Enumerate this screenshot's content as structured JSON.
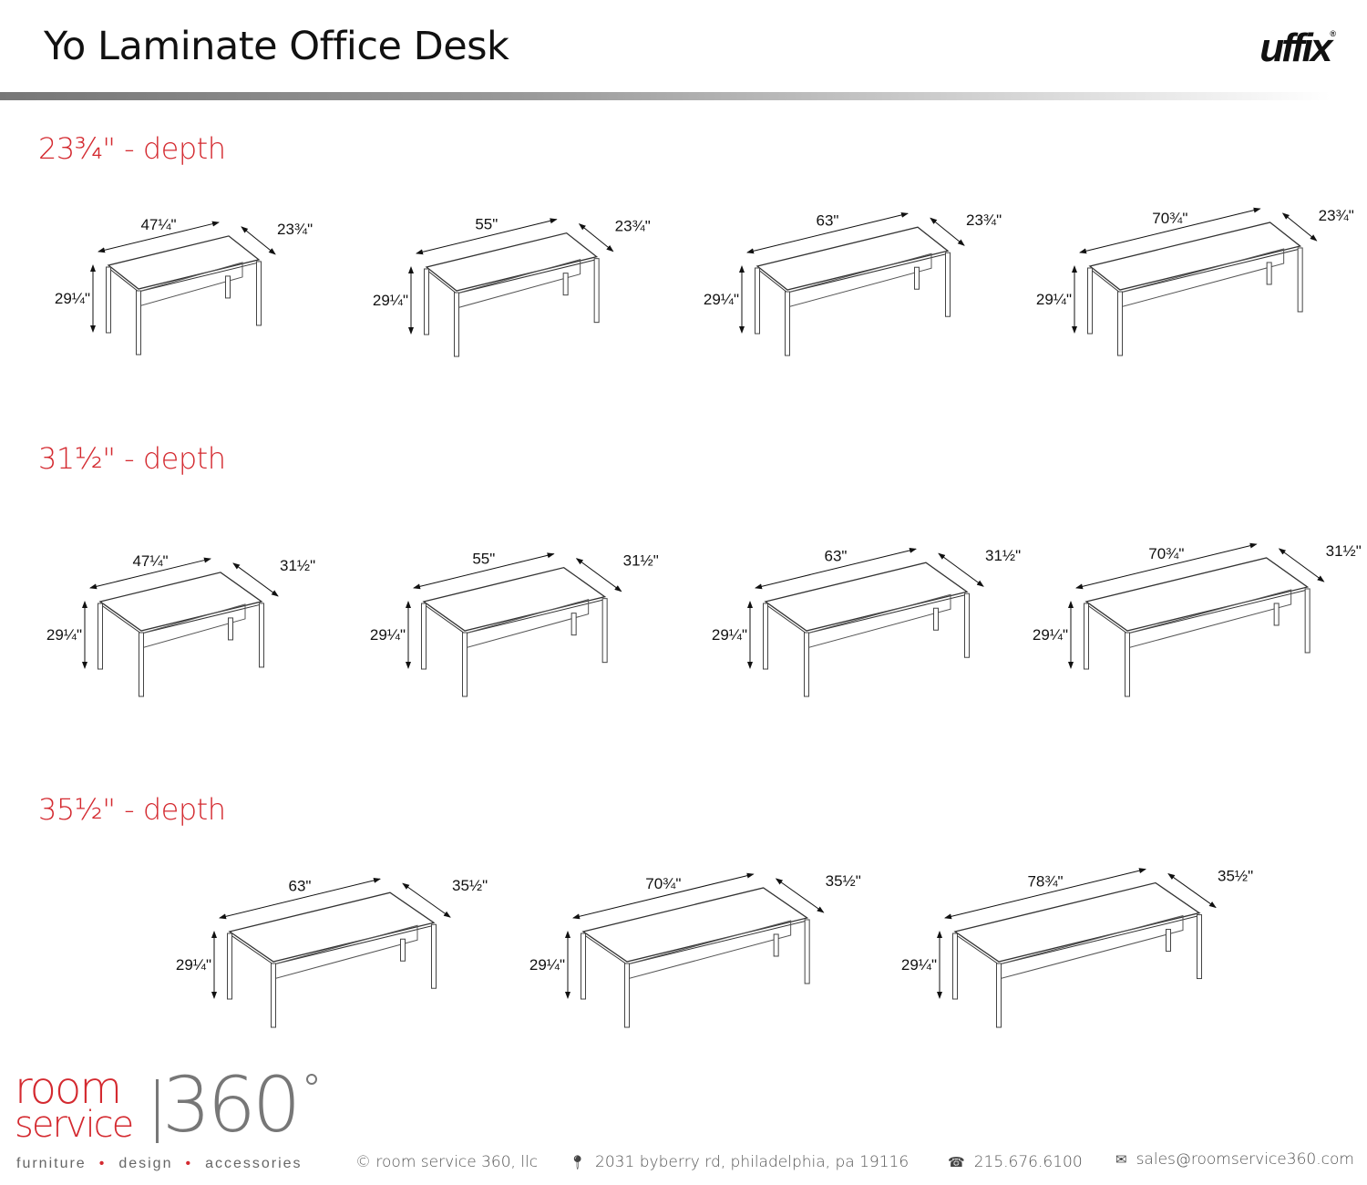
{
  "header": {
    "title": "Yo Laminate Office Desk",
    "brand": "uffix",
    "brand_mark": "®"
  },
  "sections": [
    {
      "heading": "23¾\" - depth",
      "desks": [
        {
          "width": "47¼\"",
          "depth": "23¾\"",
          "height": "29¼\""
        },
        {
          "width": "55\"",
          "depth": "23¾\"",
          "height": "29¼\""
        },
        {
          "width": "63\"",
          "depth": "23¾\"",
          "height": "29¼\""
        },
        {
          "width": "70¾\"",
          "depth": "23¾\"",
          "height": "29¼\""
        }
      ]
    },
    {
      "heading": "31½\" - depth",
      "desks": [
        {
          "width": "47¼\"",
          "depth": "31½\"",
          "height": "29¼\""
        },
        {
          "width": "55\"",
          "depth": "31½\"",
          "height": "29¼\""
        },
        {
          "width": "63\"",
          "depth": "31½\"",
          "height": "29¼\""
        },
        {
          "width": "70¾\"",
          "depth": "31½\"",
          "height": "29¼\""
        }
      ]
    },
    {
      "heading": "35½\" - depth",
      "desks": [
        {
          "width": "63\"",
          "depth": "35½\"",
          "height": "29¼\""
        },
        {
          "width": "70¾\"",
          "depth": "35½\"",
          "height": "29¼\""
        },
        {
          "width": "78¾\"",
          "depth": "35½\"",
          "height": "29¼\""
        }
      ]
    }
  ],
  "footer": {
    "logo": {
      "line1": "room",
      "line2": "service",
      "number": "360"
    },
    "tagline": [
      "furniture",
      "design",
      "accessories"
    ],
    "copyright": "© room service 360, llc",
    "address": "2031 byberry rd, philadelphia, pa 19116",
    "phone": "215.676.6100",
    "email": "sales@roomservice360.com",
    "icons": {
      "address": "map-pin-icon",
      "phone": "phone-icon",
      "email": "envelope-icon"
    }
  },
  "colors": {
    "accent": "#d42a30",
    "gray": "#777777",
    "line": "#333333"
  }
}
